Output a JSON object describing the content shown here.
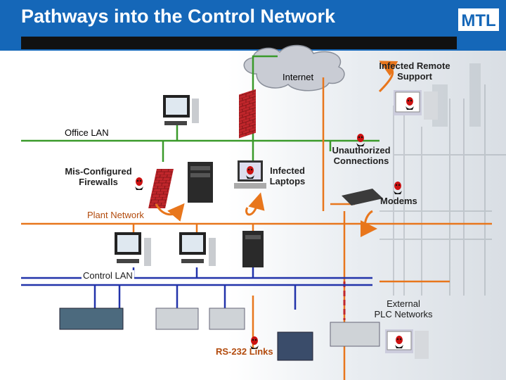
{
  "header": {
    "title": "Pathways into the Control Network",
    "logo_text": "MTL"
  },
  "labels": {
    "internet": "Internet",
    "infected_remote_support": "Infected Remote\nSupport",
    "office_lan": "Office LAN",
    "unauthorized_connections": "Unauthorized\nConnections",
    "misconfigured_firewalls": "Mis-Configured\nFirewalls",
    "infected_laptops": "Infected\nLaptops",
    "modems": "Modems",
    "plant_network": "Plant Network",
    "control_lan": "Control LAN",
    "external_plc_networks": "External\nPLC Networks",
    "rs232_links": "RS-232 Links"
  },
  "colors": {
    "header_blue": "#1567b8",
    "office_lan_line": "#3a9a2a",
    "plant_network_line": "#e8761c",
    "control_lan_line": "#2233aa",
    "threat_red": "#cc1111",
    "firewall_red": "#c0262b"
  }
}
